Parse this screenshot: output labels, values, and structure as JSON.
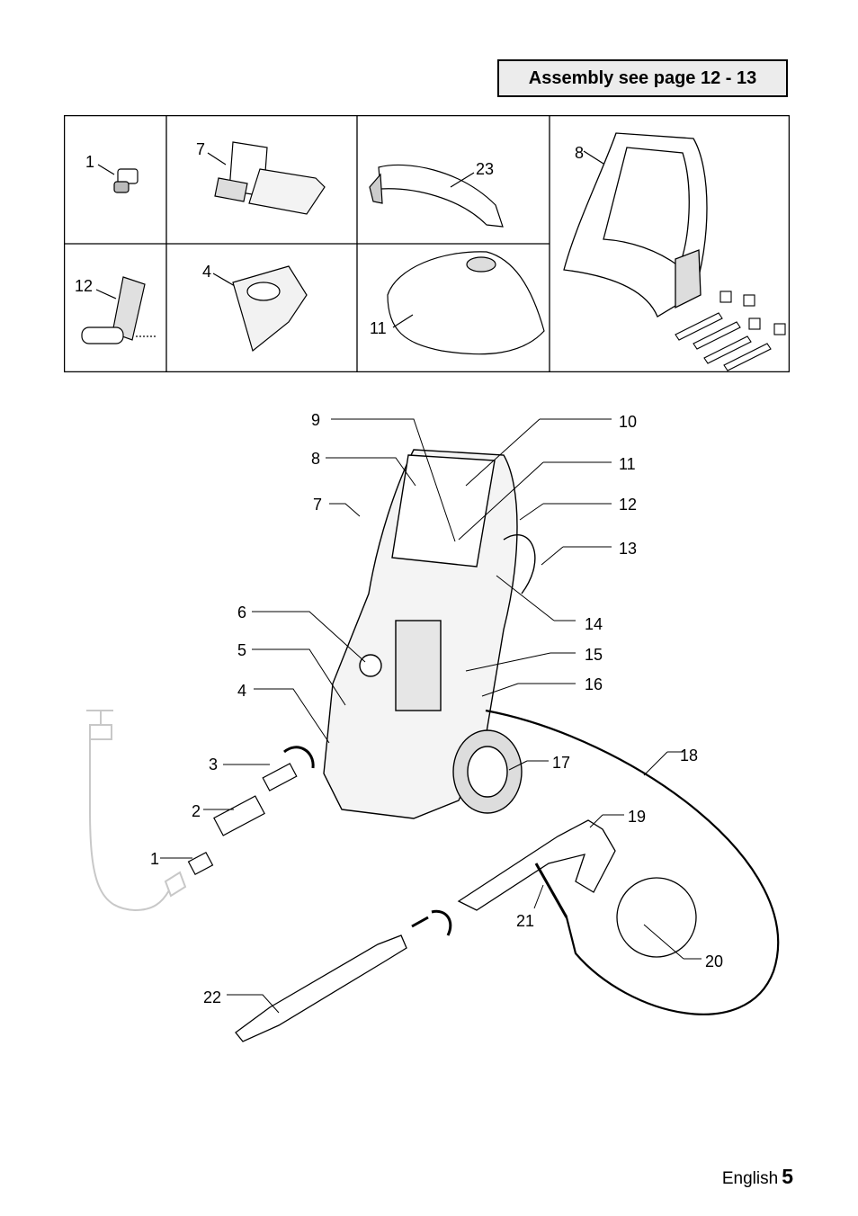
{
  "header": {
    "assembly_note": "Assembly see page 12 - 13"
  },
  "parts_grid": {
    "cells": [
      {
        "label": "1"
      },
      {
        "label": "7"
      },
      {
        "label": "23"
      },
      {
        "label": "8"
      },
      {
        "label": "12"
      },
      {
        "label": "4"
      },
      {
        "label": "11"
      }
    ]
  },
  "main_figure": {
    "callouts": [
      "1",
      "2",
      "3",
      "4",
      "5",
      "6",
      "7",
      "8",
      "9",
      "10",
      "11",
      "12",
      "13",
      "14",
      "15",
      "16",
      "17",
      "18",
      "19",
      "20",
      "21",
      "22"
    ]
  },
  "footer": {
    "language": "English",
    "page_number": "5"
  }
}
